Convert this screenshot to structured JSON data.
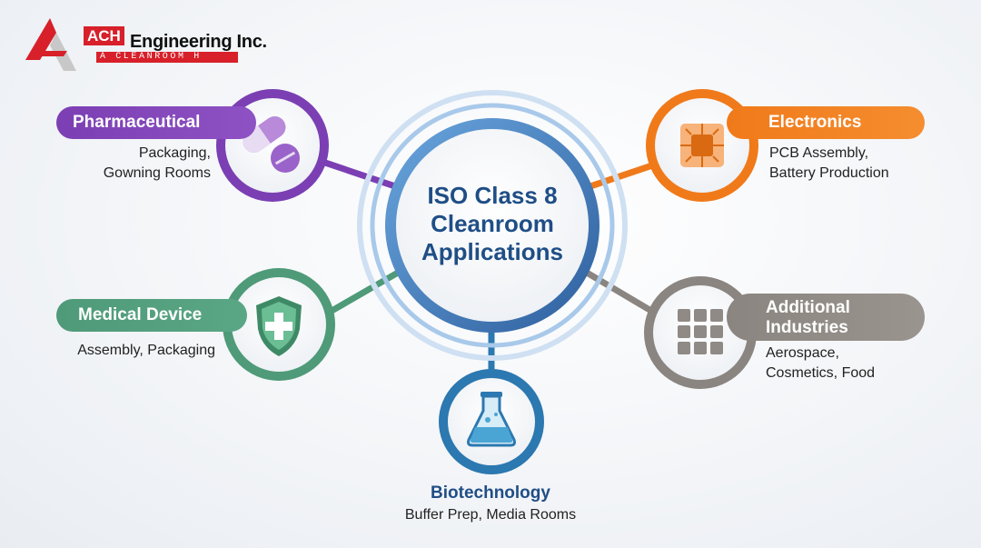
{
  "logo": {
    "mark": "ACH",
    "company": "Engineering Inc.",
    "tagline": "A CLEANROOM H"
  },
  "center": {
    "lines": [
      "ISO Class 8",
      "Cleanroom",
      "Applications"
    ]
  },
  "nodes": {
    "pharmaceutical": {
      "title": "Pharmaceutical",
      "desc_lines": [
        "Packaging,",
        "Gowning Rooms"
      ],
      "color": "#7b3fb3",
      "icon": "capsule-pill-icon"
    },
    "electronics": {
      "title": "Electronics",
      "desc_lines": [
        "PCB Assembly,",
        "Battery Production"
      ],
      "color": "#f07a1a",
      "icon": "microchip-icon"
    },
    "medical": {
      "title": "Medical Device",
      "desc_lines": [
        "Assembly, Packaging"
      ],
      "color": "#4f9a78",
      "icon": "shield-cross-icon"
    },
    "additional": {
      "title_lines": [
        "Additional",
        "Industries"
      ],
      "desc_lines": [
        "Aerospace,",
        "Cosmetics, Food"
      ],
      "color": "#8a8580",
      "icon": "grid-icon"
    },
    "biotechnology": {
      "title": "Biotechnology",
      "desc": "Buffer Prep, Media Rooms",
      "color": "#2c78b0",
      "icon": "flask-icon"
    }
  }
}
